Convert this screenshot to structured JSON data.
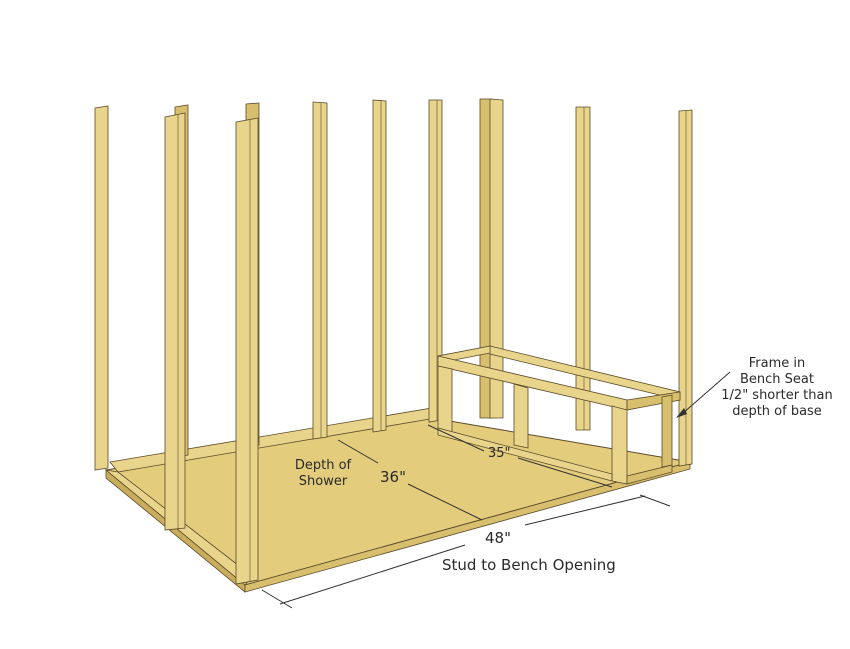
{
  "diagram": {
    "subject": "Shower stall stud framing with bench seat",
    "colors": {
      "lumber_face": "#e8d48a",
      "lumber_side": "#d8bf6e",
      "lumber_dark": "#c9ad5c",
      "floor": "#e3cc7c",
      "outline": "#5a4a2a",
      "dimension_line": "#333333",
      "background": "#ffffff"
    },
    "labels": {
      "depth_line1": "Depth of",
      "depth_line2": "Shower",
      "depth_value": "36\"",
      "bench_depth_value": "35\"",
      "width_value": "48\"",
      "width_caption": "Stud to Bench Opening",
      "callout_line1": "Frame in",
      "callout_line2": "Bench Seat",
      "callout_line3": "1/2\" shorter than",
      "callout_line4": "depth of base"
    },
    "elements": {
      "back_wall_studs": 6,
      "left_wall_studs": 3,
      "right_wall_studs": 2,
      "bench_frame": "open box frame with top rails and vertical posts"
    }
  }
}
